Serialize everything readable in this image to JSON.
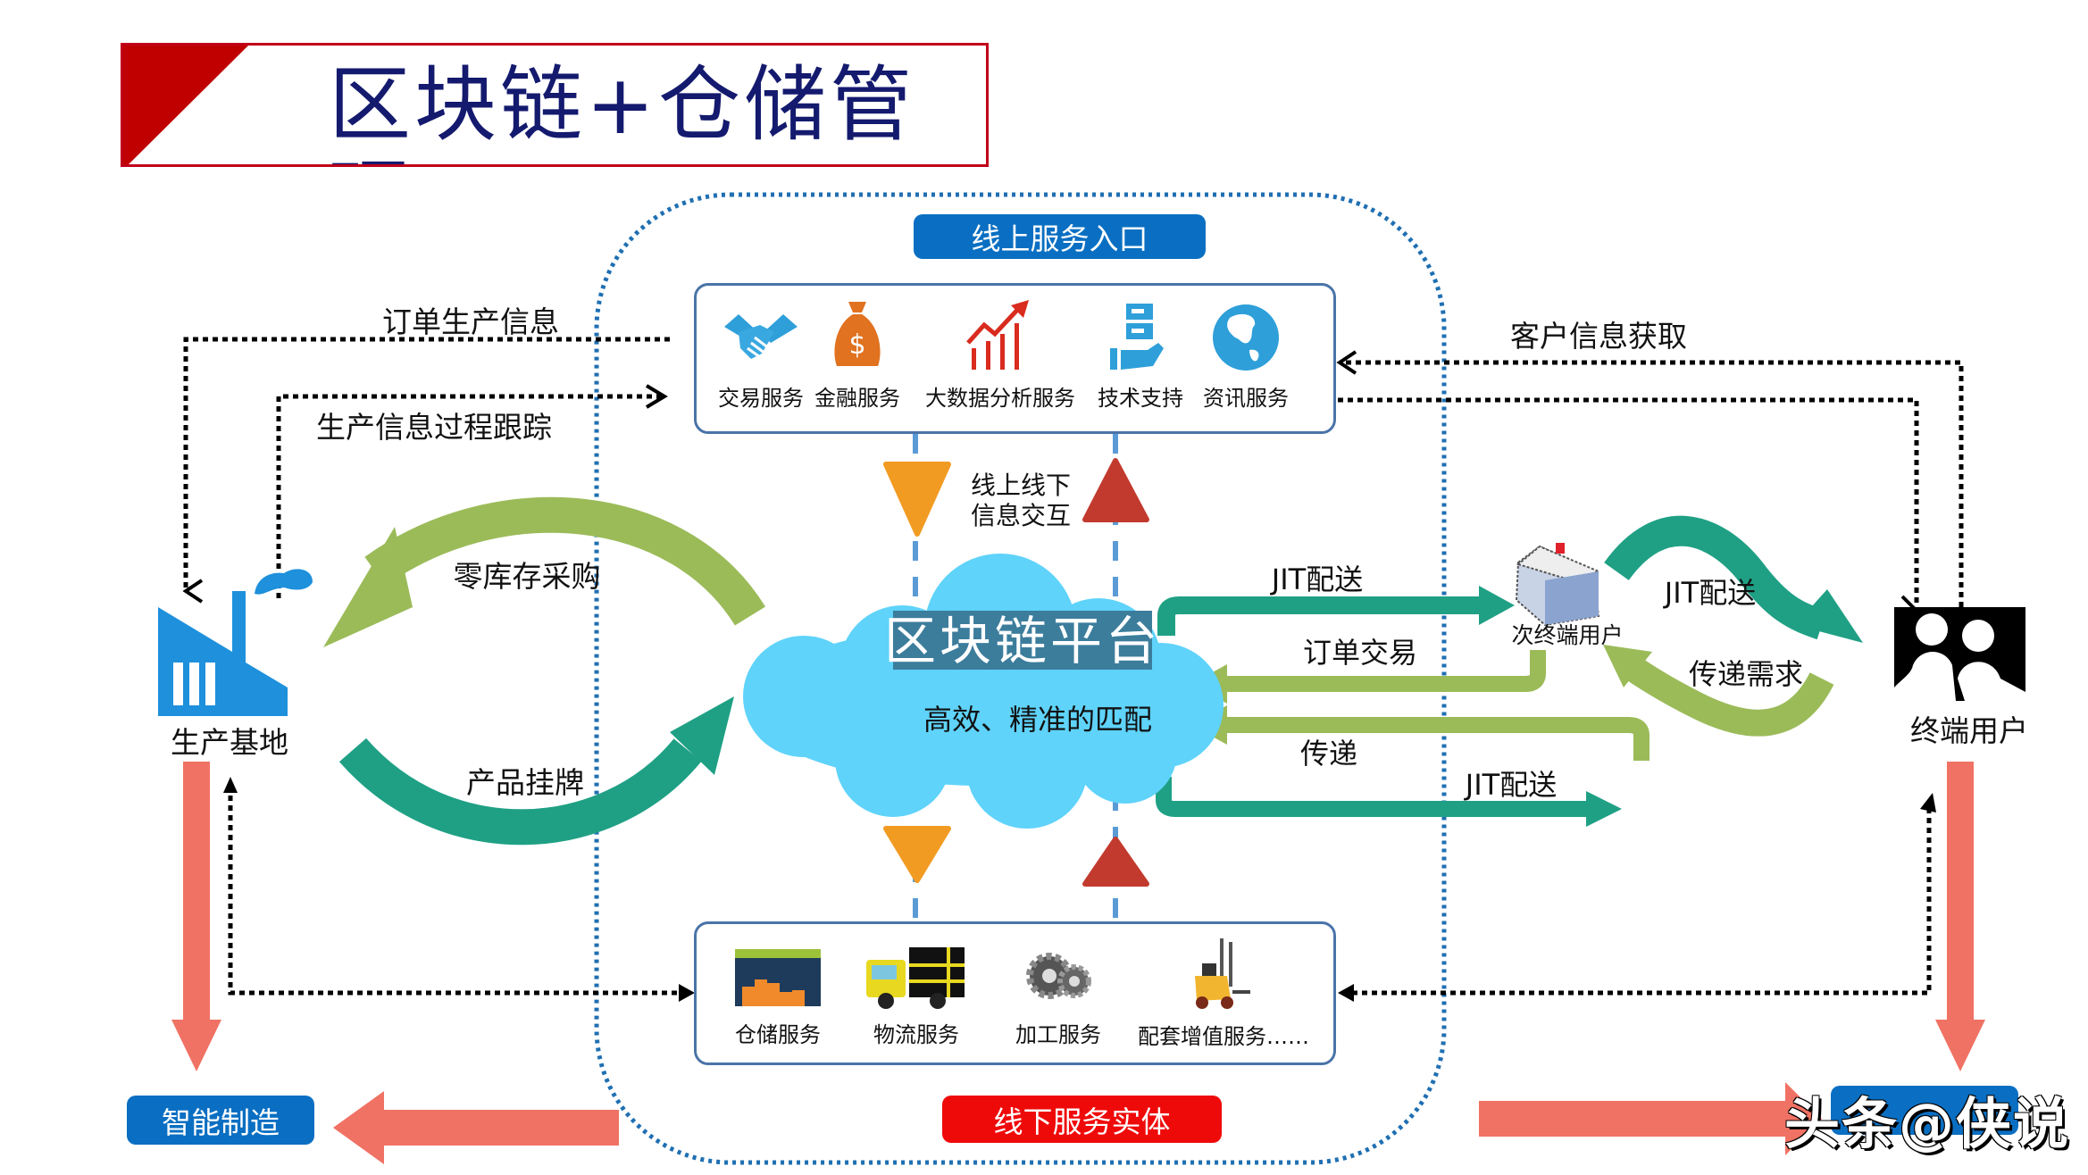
{
  "title": "区块链+仓储管理",
  "online_entry": {
    "label": "线上服务入口",
    "color": "#0a6fc2"
  },
  "offline_entity": {
    "label": "线下服务实体",
    "color": "#ef0a0a"
  },
  "online_services": [
    {
      "label": "交易服务",
      "icon": "handshake-icon"
    },
    {
      "label": "金融服务",
      "icon": "money-bag-icon"
    },
    {
      "label": "大数据分析服务",
      "icon": "growth-chart-icon"
    },
    {
      "label": "技术支持",
      "icon": "server-hand-icon"
    },
    {
      "label": "资讯服务",
      "icon": "globe-icon"
    }
  ],
  "offline_services": [
    {
      "label": "仓储服务",
      "icon": "warehouse-icon"
    },
    {
      "label": "物流服务",
      "icon": "truck-icon"
    },
    {
      "label": "加工服务",
      "icon": "gears-icon"
    },
    {
      "label": "配套增值服务……",
      "icon": "forklift-icon"
    }
  ],
  "platform": {
    "title": "区块链平台",
    "subtitle": "高效、精准的匹配"
  },
  "exchange_label": {
    "line1": "线上线下",
    "line2": "信息交互"
  },
  "nodes": {
    "production_base": "生产基地",
    "sub_terminal_user": "次终端用户",
    "terminal_user": "终端用户",
    "smart_manufacturing": "智能制造"
  },
  "flows": {
    "order_production_info": "订单生产信息",
    "production_tracking": "生产信息过程跟踪",
    "customer_info": "客户信息获取",
    "zero_inventory": "零库存采购",
    "product_listing": "产品挂牌",
    "jit_delivery_top": "JIT配送",
    "order_trade": "订单交易",
    "transfer": "传递",
    "jit_delivery_bottom": "JIT配送",
    "jit_delivery_terminal": "JIT配送",
    "transfer_demand": "传递需求"
  },
  "colors": {
    "teal_arrow": "#1fa085",
    "green_arrow": "#9bbb59",
    "salmon_arrow": "#f07264",
    "cloud": "#5fd3fa",
    "outline": "#1f6fb2",
    "orange_triangle": "#f29b22",
    "red_triangle": "#c23a2e"
  },
  "watermark": "头条@侠说"
}
